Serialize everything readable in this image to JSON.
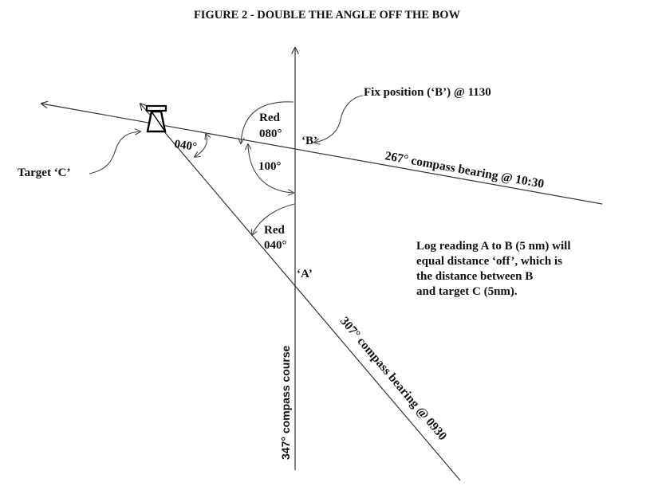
{
  "figure": {
    "title": "FIGURE 2 - DOUBLE THE ANGLE OFF THE BOW"
  },
  "labels": {
    "target_c": "Target ‘C’",
    "fix_position": "Fix position (‘B’) @ 1130",
    "point_b": "‘B’",
    "point_a": "‘A’",
    "angle_c": "040°",
    "angle_red_080_line1": "Red",
    "angle_red_080_line2": "080°",
    "angle_100": "100°",
    "angle_red_040_line1": "Red",
    "angle_red_040_line2": "040°",
    "bearing_267": "267° compass bearing @ 10:30",
    "bearing_307": "307° compass bearing @ 0930",
    "course_347": "347° compass course"
  },
  "note": {
    "lines": [
      "Log reading A to B (5 nm) will",
      "equal distance ‘off’, which is",
      "the distance between B",
      "and target C (5nm)."
    ]
  },
  "icons": {
    "lighthouse": "lighthouse-icon"
  },
  "colors": {
    "line": "#333333",
    "text": "#111111",
    "background": "#ffffff"
  }
}
